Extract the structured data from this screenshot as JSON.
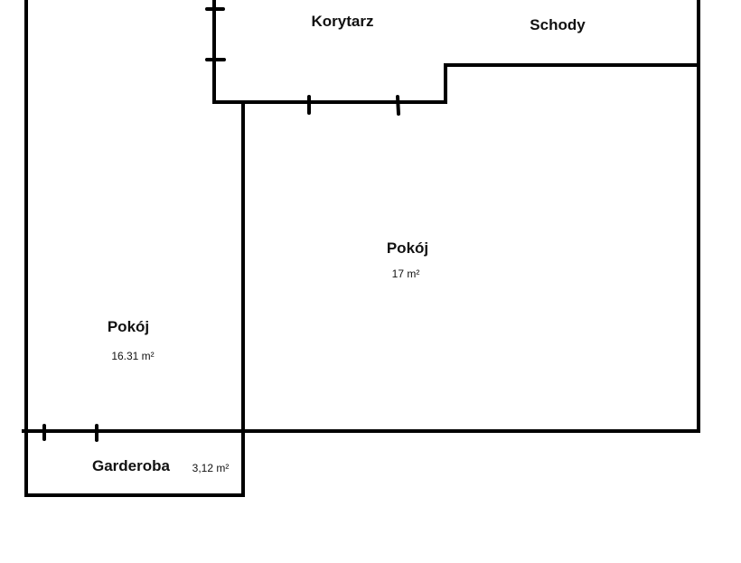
{
  "rooms": {
    "korytarz": {
      "name": "Korytarz"
    },
    "schody": {
      "name": "Schody"
    },
    "pokoj_large": {
      "name": "Pokój",
      "area": "17 m²"
    },
    "pokoj_left": {
      "name": "Pokój",
      "area": "16.31 m²"
    },
    "garderoba": {
      "name": "Garderoba",
      "area": "3,12 m²"
    }
  }
}
